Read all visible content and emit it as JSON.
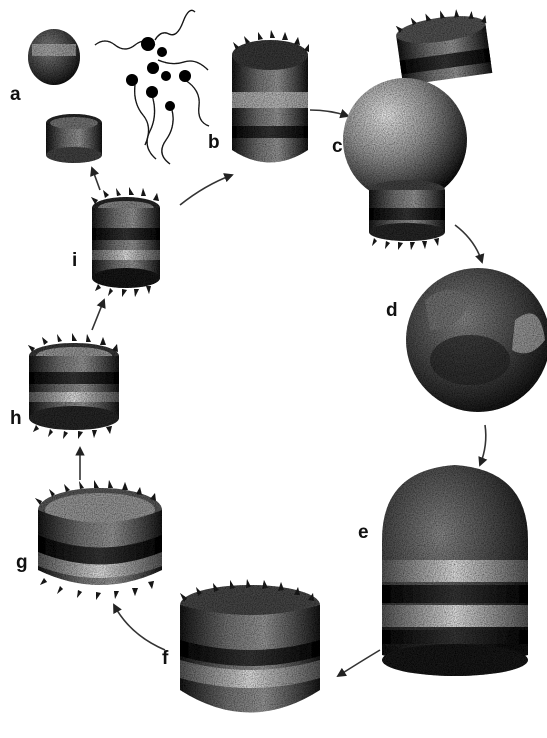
{
  "stages": [
    {
      "id": "a",
      "label": "a"
    },
    {
      "id": "b",
      "label": "b"
    },
    {
      "id": "c",
      "label": "c"
    },
    {
      "id": "d",
      "label": "d"
    },
    {
      "id": "e",
      "label": "e"
    },
    {
      "id": "f",
      "label": "f"
    },
    {
      "id": "g",
      "label": "g"
    },
    {
      "id": "h",
      "label": "h"
    },
    {
      "id": "i",
      "label": "i"
    }
  ],
  "colors": {
    "ink": "#111111",
    "dark": "#1e1e1e",
    "mid": "#5a5a5a",
    "light": "#b4b4b4",
    "pale": "#e2e2e2"
  }
}
